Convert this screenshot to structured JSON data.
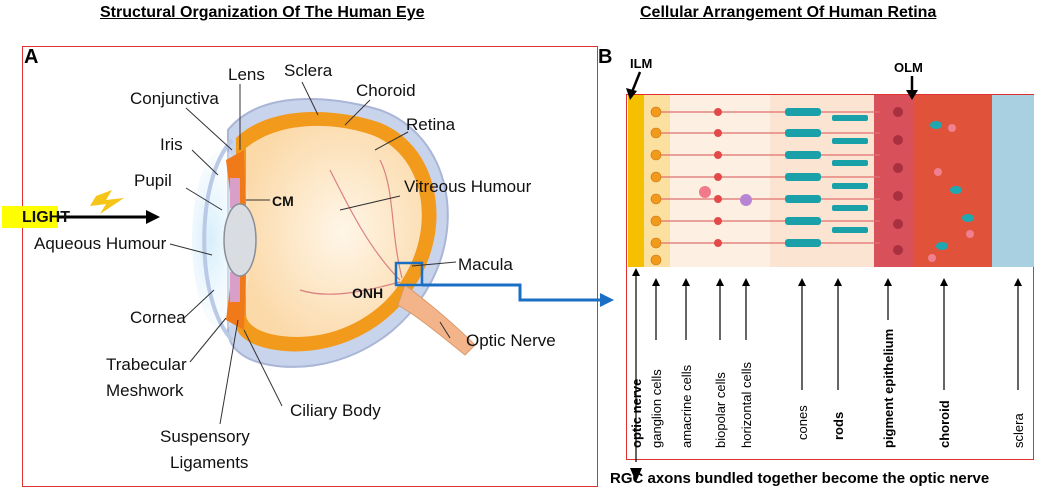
{
  "titles": {
    "eye": "Structural Organization Of The Human Eye",
    "retina": "Cellular Arrangement Of Human Retina"
  },
  "panel_a": {
    "label": "A",
    "light": "LIGHT",
    "labels": {
      "lens": "Lens",
      "sclera": "Sclera",
      "choroid": "Choroid",
      "conjunctiva": "Conjunctiva",
      "retina": "Retina",
      "iris": "Iris",
      "pupil": "Pupil",
      "cm": "CM",
      "vitreous": "Vitreous Humour",
      "aqueous": "Aqueous Humour",
      "macula": "Macula",
      "onh": "ONH",
      "cornea": "Cornea",
      "optic_nerve": "Optic Nerve",
      "trabecular_1": "Trabecular",
      "trabecular_2": "Meshwork",
      "ciliary": "Ciliary Body",
      "suspensory_1": "Suspensory",
      "suspensory_2": "Ligaments"
    }
  },
  "panel_b": {
    "label": "B",
    "ilm": "ILM",
    "olm": "OLM",
    "layers": [
      "optic nerve",
      "ganglion cells",
      "amacrine cells",
      "biopolar cells",
      "horizontal cells",
      "cones",
      "rods",
      "pigment epithelium",
      "choroid",
      "sclera"
    ],
    "caption": "RGC axons bundled together become the optic nerve"
  },
  "colors": {
    "panel_border": "#e03030",
    "eye_orange": "#f29a1c",
    "light_bg": "#ffff00",
    "arrow_blue": "#1a6fc4",
    "choroid_red": "#e0533a",
    "sclera_blue": "#a8d0e0"
  }
}
